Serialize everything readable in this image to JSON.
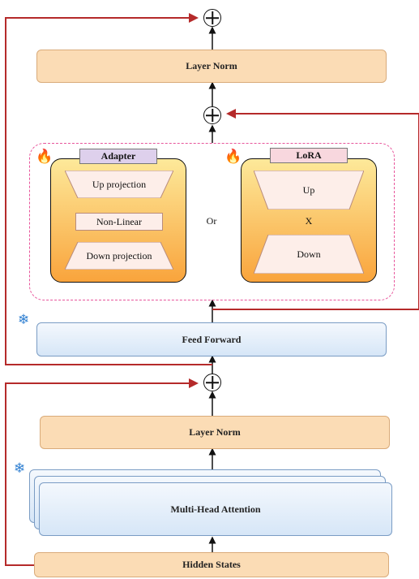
{
  "blocks": {
    "top_layer_norm": "Layer Norm",
    "feed_forward": "Feed Forward",
    "bottom_layer_norm": "Layer Norm",
    "attention": "Multi-Head Attention",
    "hidden_states": "Hidden States"
  },
  "adapter": {
    "title": "Adapter",
    "up": "Up projection",
    "nonlinear": "Non-Linear",
    "down": "Down projection"
  },
  "or_label": "Or",
  "lora": {
    "title": "LoRA",
    "up": "Up",
    "x": "X",
    "down": "Down"
  },
  "icons": {
    "trainable": "fire-icon",
    "frozen": "snowflake-icon"
  },
  "colors": {
    "residual_line": "#b52a2a",
    "dashed_border": "#e8559b"
  }
}
